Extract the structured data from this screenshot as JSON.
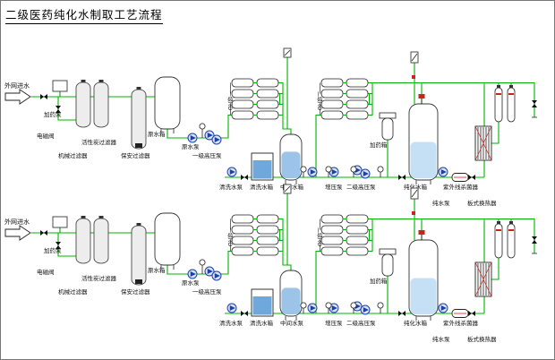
{
  "title": "二级医药纯化水制取工艺流程",
  "colors": {
    "pipe": "#00b400",
    "pump_fill": "#d6e4f8",
    "pump_stroke": "#1f3faa",
    "water_light": "#c5e0f5",
    "water_mid": "#9cc3e8",
    "water_deep": "#6fa8dc",
    "accent_red": "#cc2222",
    "vessel_gray": "#ededed"
  },
  "train1": {
    "labels": {
      "inlet": "外网进水",
      "solenoid": "电磁阀",
      "dosing_pump": "加药泵",
      "mech": "机械过滤器",
      "carbon": "活性炭过滤器",
      "security": "保安过滤器",
      "raw_tank": "原水箱",
      "raw_pump": "原水泵",
      "hp1": "一级高压泵",
      "ro1": "一级RO",
      "ro2": "二级RO",
      "cip_pump": "清洗水泵",
      "cip_tank": "清洗水箱",
      "mid": "中间水箱",
      "booster": "增压泵",
      "hp2": "二级高压泵",
      "dosing_tank": "加药箱",
      "pure_tank": "纯化水箱",
      "pure_pump": "纯水泵",
      "uv": "紫外线杀菌器",
      "hx": "板式换热器"
    }
  },
  "train2": {
    "labels": {
      "inlet": "外网进水",
      "solenoid": "电磁阀",
      "dosing_pump": "加药泵",
      "mech": "机械过滤器",
      "carbon": "活性炭过滤器",
      "security": "保安过滤器",
      "raw_tank": "原水箱",
      "raw_pump": "原水泵",
      "hp1": "一级高压泵",
      "ro1": "一级RO",
      "ro2": "二级RO",
      "cip_pump": "清洗水泵",
      "cip_tank": "清洗水箱",
      "mid": "中间水泵",
      "booster": "增压泵",
      "hp2": "二级高压泵",
      "dosing_tank": "加药箱",
      "pure_tank": "纯化水箱",
      "pure_pump": "纯水泵",
      "uv": "紫外线杀菌器",
      "hx": "板式换热器"
    }
  }
}
